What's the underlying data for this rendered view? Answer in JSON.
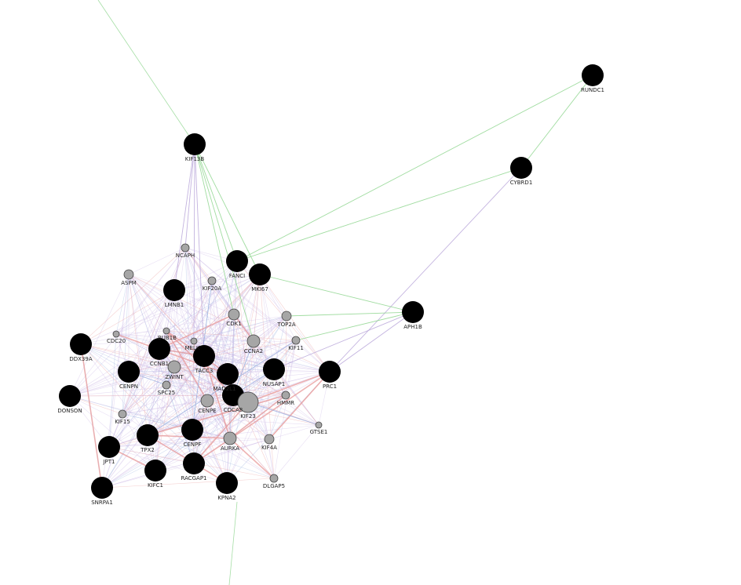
{
  "nodes": [
    {
      "id": "RUNDC1",
      "label": "RUNDC1",
      "kind": "query"
    },
    {
      "id": "CYBRD1",
      "label": "CYBRD1",
      "kind": "query"
    },
    {
      "id": "KIF13B",
      "label": "KIF13B",
      "kind": "query"
    },
    {
      "id": "APH1B",
      "label": "APH1B",
      "kind": "query"
    },
    {
      "id": "NCAPH",
      "label": "NCAPH",
      "kind": "related"
    },
    {
      "id": "FANCI",
      "label": "FANCI",
      "kind": "query"
    },
    {
      "id": "MKI67",
      "label": "MKI67",
      "kind": "query"
    },
    {
      "id": "ASPM",
      "label": "ASPM",
      "kind": "related"
    },
    {
      "id": "KIF20A",
      "label": "KIF20A",
      "kind": "related"
    },
    {
      "id": "LMNB1",
      "label": "LMNB1",
      "kind": "query"
    },
    {
      "id": "CDK1",
      "label": "CDK1",
      "kind": "related"
    },
    {
      "id": "TOP2A",
      "label": "TOP2A",
      "kind": "related"
    },
    {
      "id": "BUB1B",
      "label": "BUB1B",
      "kind": "related"
    },
    {
      "id": "CDC20",
      "label": "CDC20",
      "kind": "related"
    },
    {
      "id": "MELK",
      "label": "MELK",
      "kind": "related"
    },
    {
      "id": "CCNA2",
      "label": "CCNA2",
      "kind": "related"
    },
    {
      "id": "KIF11",
      "label": "KIF11",
      "kind": "related"
    },
    {
      "id": "DDX39A",
      "label": "DDX39A",
      "kind": "query"
    },
    {
      "id": "CCNB1",
      "label": "CCNB1",
      "kind": "query"
    },
    {
      "id": "TACC3",
      "label": "TACC3",
      "kind": "query"
    },
    {
      "id": "ZWINT",
      "label": "ZWINT",
      "kind": "related"
    },
    {
      "id": "CENPN",
      "label": "CENPN",
      "kind": "query"
    },
    {
      "id": "MAD2L1",
      "label": "MAD2L1",
      "kind": "query"
    },
    {
      "id": "NUSAP1",
      "label": "NUSAP1",
      "kind": "query"
    },
    {
      "id": "PRC1",
      "label": "PRC1",
      "kind": "query"
    },
    {
      "id": "SPC25",
      "label": "SPC25",
      "kind": "related"
    },
    {
      "id": "DONSON",
      "label": "DONSON",
      "kind": "query"
    },
    {
      "id": "CENPE",
      "label": "CENPE",
      "kind": "related"
    },
    {
      "id": "CDCA8",
      "label": "CDCA8",
      "kind": "query"
    },
    {
      "id": "KIF23",
      "label": "KIF23",
      "kind": "related"
    },
    {
      "id": "HMMR",
      "label": "HMMR",
      "kind": "related"
    },
    {
      "id": "KIF15",
      "label": "KIF15",
      "kind": "related"
    },
    {
      "id": "GTSE1",
      "label": "GTSE1",
      "kind": "related"
    },
    {
      "id": "TPX2",
      "label": "TPX2",
      "kind": "query"
    },
    {
      "id": "CENPF",
      "label": "CENPF",
      "kind": "query"
    },
    {
      "id": "AURKA",
      "label": "AURKA",
      "kind": "related"
    },
    {
      "id": "KIF4A",
      "label": "KIF4A",
      "kind": "related"
    },
    {
      "id": "JPT1",
      "label": "JPT1",
      "kind": "query"
    },
    {
      "id": "KIFC1",
      "label": "KIFC1",
      "kind": "query"
    },
    {
      "id": "RACGAP1",
      "label": "RACGAP1",
      "kind": "query"
    },
    {
      "id": "KPNA2",
      "label": "KPNA2",
      "kind": "query"
    },
    {
      "id": "DLGAP5",
      "label": "DLGAP5",
      "kind": "related"
    },
    {
      "id": "SNRPA1",
      "label": "SNRPA1",
      "kind": "query"
    }
  ],
  "edges": [
    {
      "s": "RUNDC1",
      "t": "CYBRD1",
      "type": "genetic"
    },
    {
      "s": "RUNDC1",
      "t": "FANCI",
      "type": "genetic"
    },
    {
      "s": "CYBRD1",
      "t": "FANCI",
      "type": "genetic"
    },
    {
      "s": "CYBRD1",
      "t": "PRC1",
      "type": "coexp"
    },
    {
      "s": "KIF13B",
      "t": "FANCI",
      "type": "genetic"
    },
    {
      "s": "KIF13B",
      "t": "MKI67",
      "type": "genetic"
    },
    {
      "s": "KIF13B",
      "t": "CDK1",
      "type": "genetic"
    },
    {
      "s": "KIF13B",
      "t": "CCNA2",
      "type": "genetic"
    },
    {
      "s": "KIF13B",
      "t": "NCAPH",
      "type": "coexp"
    },
    {
      "s": "KIF13B",
      "t": "LMNB1",
      "type": "coexp"
    },
    {
      "s": "KIF13B",
      "t": "MELK",
      "type": "coexp"
    },
    {
      "s": "KIF13B",
      "t": "TACC3",
      "type": "coexp"
    },
    {
      "s": "APH1B",
      "t": "MKI67",
      "type": "genetic"
    },
    {
      "s": "APH1B",
      "t": "TOP2A",
      "type": "genetic"
    },
    {
      "s": "APH1B",
      "t": "KIF11",
      "type": "genetic"
    },
    {
      "s": "APH1B",
      "t": "PRC1",
      "type": "coexp"
    },
    {
      "s": "APH1B",
      "t": "NUSAP1",
      "type": "coexp"
    },
    {
      "s": "CCNB1",
      "t": "TACC3",
      "type": "physical"
    },
    {
      "s": "CCNB1",
      "t": "CDK1",
      "type": "physical"
    },
    {
      "s": "CDK1",
      "t": "CCNA2",
      "type": "physical"
    },
    {
      "s": "TACC3",
      "t": "AURKA",
      "type": "physical"
    },
    {
      "s": "TPX2",
      "t": "AURKA",
      "type": "physical"
    },
    {
      "s": "KIF23",
      "t": "RACGAP1",
      "type": "physical"
    },
    {
      "s": "KIF23",
      "t": "PRC1",
      "type": "physical"
    },
    {
      "s": "PRC1",
      "t": "KIF4A",
      "type": "physical"
    },
    {
      "s": "RACGAP1",
      "t": "PRC1",
      "type": "physical"
    },
    {
      "s": "CDCA8",
      "t": "BUB1B",
      "type": "physical"
    },
    {
      "s": "MAD2L1",
      "t": "CDC20",
      "type": "physical"
    },
    {
      "s": "MAD2L1",
      "t": "BUB1B",
      "type": "physical"
    },
    {
      "s": "CENPE",
      "t": "BUB1B",
      "type": "physical"
    },
    {
      "s": "KPNA2",
      "t": "TPX2",
      "type": "physical"
    },
    {
      "s": "JPT1",
      "t": "KIFC1",
      "type": "physical"
    },
    {
      "s": "DDX39A",
      "t": "SNRPA1",
      "type": "physical"
    },
    {
      "s": "HMMR",
      "t": "TPX2",
      "type": "physical"
    },
    {
      "s": "HMMR",
      "t": "AURKA",
      "type": "physical"
    },
    {
      "s": "DLGAP5",
      "t": "AURKA",
      "type": "physical"
    },
    {
      "s": "GTSE1",
      "t": "KIF23",
      "type": "pathway"
    },
    {
      "s": "KIF11",
      "t": "TPX2",
      "type": "pathway"
    },
    {
      "s": "NUSAP1",
      "t": "CDCA8",
      "type": "pathway"
    },
    {
      "s": "KIF20A",
      "t": "CENPF",
      "type": "pathway"
    },
    {
      "s": "CCNA2",
      "t": "CDCA8",
      "type": "pathway"
    },
    {
      "s": "ZWINT",
      "t": "SPC25",
      "type": "pathway"
    },
    {
      "s": "CENPN",
      "t": "SPC25",
      "type": "pathway"
    }
  ],
  "edge_colors": {
    "coexp": "#b8a6d9",
    "genetic": "#8fd68f",
    "physical": "#e89a9a",
    "pathway": "#9cb3e0",
    "dense": "#c9b6e4"
  },
  "node_colors": {
    "query_fill": "#000000",
    "related_fill": "#a6a6a6",
    "related_stroke": "#444444"
  }
}
